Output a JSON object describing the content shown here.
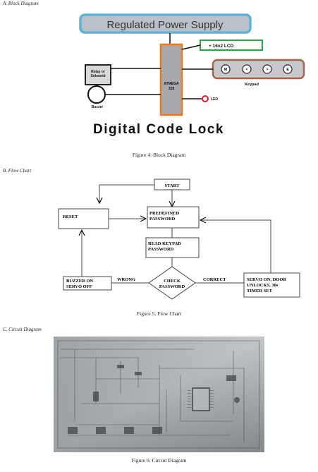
{
  "sections": {
    "a": "A.   Block Diagram",
    "b": "B.   Flow Chart",
    "c": "C.   Circuit Diagram"
  },
  "block": {
    "power_supply": "Regulated Power Supply",
    "lcd": "+   16x2 LCD",
    "relay": [
      "Relay or",
      "Solenoid"
    ],
    "mcu": [
      "ATMEGA",
      "328"
    ],
    "keypad_keys": [
      "M",
      "<",
      ">",
      "E"
    ],
    "keypad_label": "Keypad",
    "buzzer": "Buzzer",
    "led": "LED",
    "title": "Digital Code Lock"
  },
  "flow": {
    "start": "START",
    "reset": "RESET",
    "predefined": [
      "PREDEFINED",
      "PASSWORD"
    ],
    "read_keypad": [
      "READ KEYPAD",
      "PASSWORD"
    ],
    "check": [
      "CHECK",
      "PASSWORD"
    ],
    "wrong": "WRONG",
    "correct": "CORRECT",
    "buzzer_servo": [
      "BUZZER ON",
      "SERVO OFF"
    ],
    "servo_door": [
      "SERVO ON, DOOR",
      "UNLOCKS, 30s",
      "TIMER SET"
    ]
  },
  "captions": {
    "fig4": "Figure 4: Block Diagram",
    "fig5": "Figure 5: Flow Chart",
    "fig6": "Figure 6: Circuit Diagram"
  },
  "colors": {
    "power_fill": "#b9c0c8",
    "power_border": "#5fb2d9",
    "mcu_fill": "#a9a9ad",
    "mcu_border": "#f07a1a",
    "lcd_border": "#2ea04a",
    "keypad_fill": "#c8c8cc",
    "keypad_border": "#a3654a",
    "led_color": "#d8202a"
  }
}
